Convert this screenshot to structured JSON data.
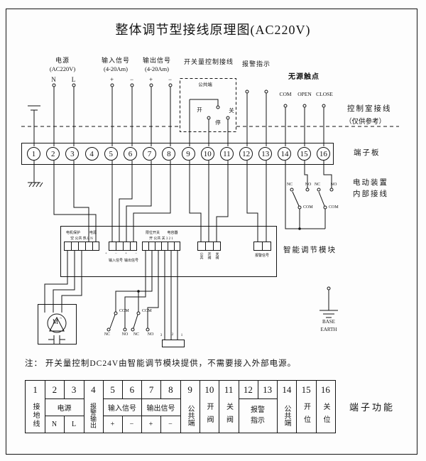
{
  "title": "整体调节型接线原理图(AC220V)",
  "top": {
    "power_line1": "电源",
    "power_line2": "(AC220V)",
    "input_line1": "输入信号",
    "input_line2": "(4-20Am)",
    "output_line1": "输出信号",
    "output_line2": "(4-20Am)",
    "switch_ctrl": "开关量控制接线",
    "alarm": "报警指示",
    "passive": "无源触点",
    "com": "COM",
    "open": "OPEN",
    "close": "CLOSE",
    "n": "N",
    "l": "L",
    "plus": "+",
    "minus": "−",
    "common": "公共端",
    "kai": "开",
    "ting": "停",
    "guan": "关"
  },
  "right": {
    "ctrl_room_1": "控制室接线",
    "ctrl_room_2": "（仅供参考）",
    "terminal_board": "端子板",
    "device_1": "电动装置",
    "device_2": "内部接线",
    "module": "智能调节模块",
    "base": "BASE",
    "earth": "EARTH",
    "terminal_func": "端子功能"
  },
  "terminals": [
    "1",
    "2",
    "3",
    "4",
    "5",
    "6",
    "7",
    "8",
    "9",
    "10",
    "11",
    "12",
    "13",
    "14",
    "15",
    "16"
  ],
  "module": {
    "a_h1": "电机保护",
    "a_h2": "电源",
    "a_pins": "空 公共 热 L N",
    "b_pins": "+ − + −",
    "b_l1": "输入信号",
    "b_l2": "输出信号",
    "c_h1": "限位开关",
    "c_h2": "电容器",
    "c_pins": "开 公共 关 3 2 1",
    "d_pins": [
      "公共",
      "开阀",
      "关阀"
    ],
    "e_label": "报警信号"
  },
  "internal": {
    "com": "COM",
    "nc": "NC",
    "no": "NO",
    "m": "M",
    "tilde": "~",
    "cap_pins": [
      "3",
      "2",
      "1"
    ]
  },
  "note": "注： 开关量控制DC24V由智能调节模块提供，不需要接入外部电源。",
  "table": {
    "earth": "接地线",
    "power": "电源",
    "alarm_out": "报警输出",
    "input": "输入信号",
    "output": "输出信号",
    "common9": "公共端",
    "open_valve": "开阀",
    "close_valve": "关阀",
    "alarm1": "报警",
    "alarm2": "指示",
    "common14": "公共端",
    "open_pos": "开位",
    "close_pos": "关位"
  }
}
